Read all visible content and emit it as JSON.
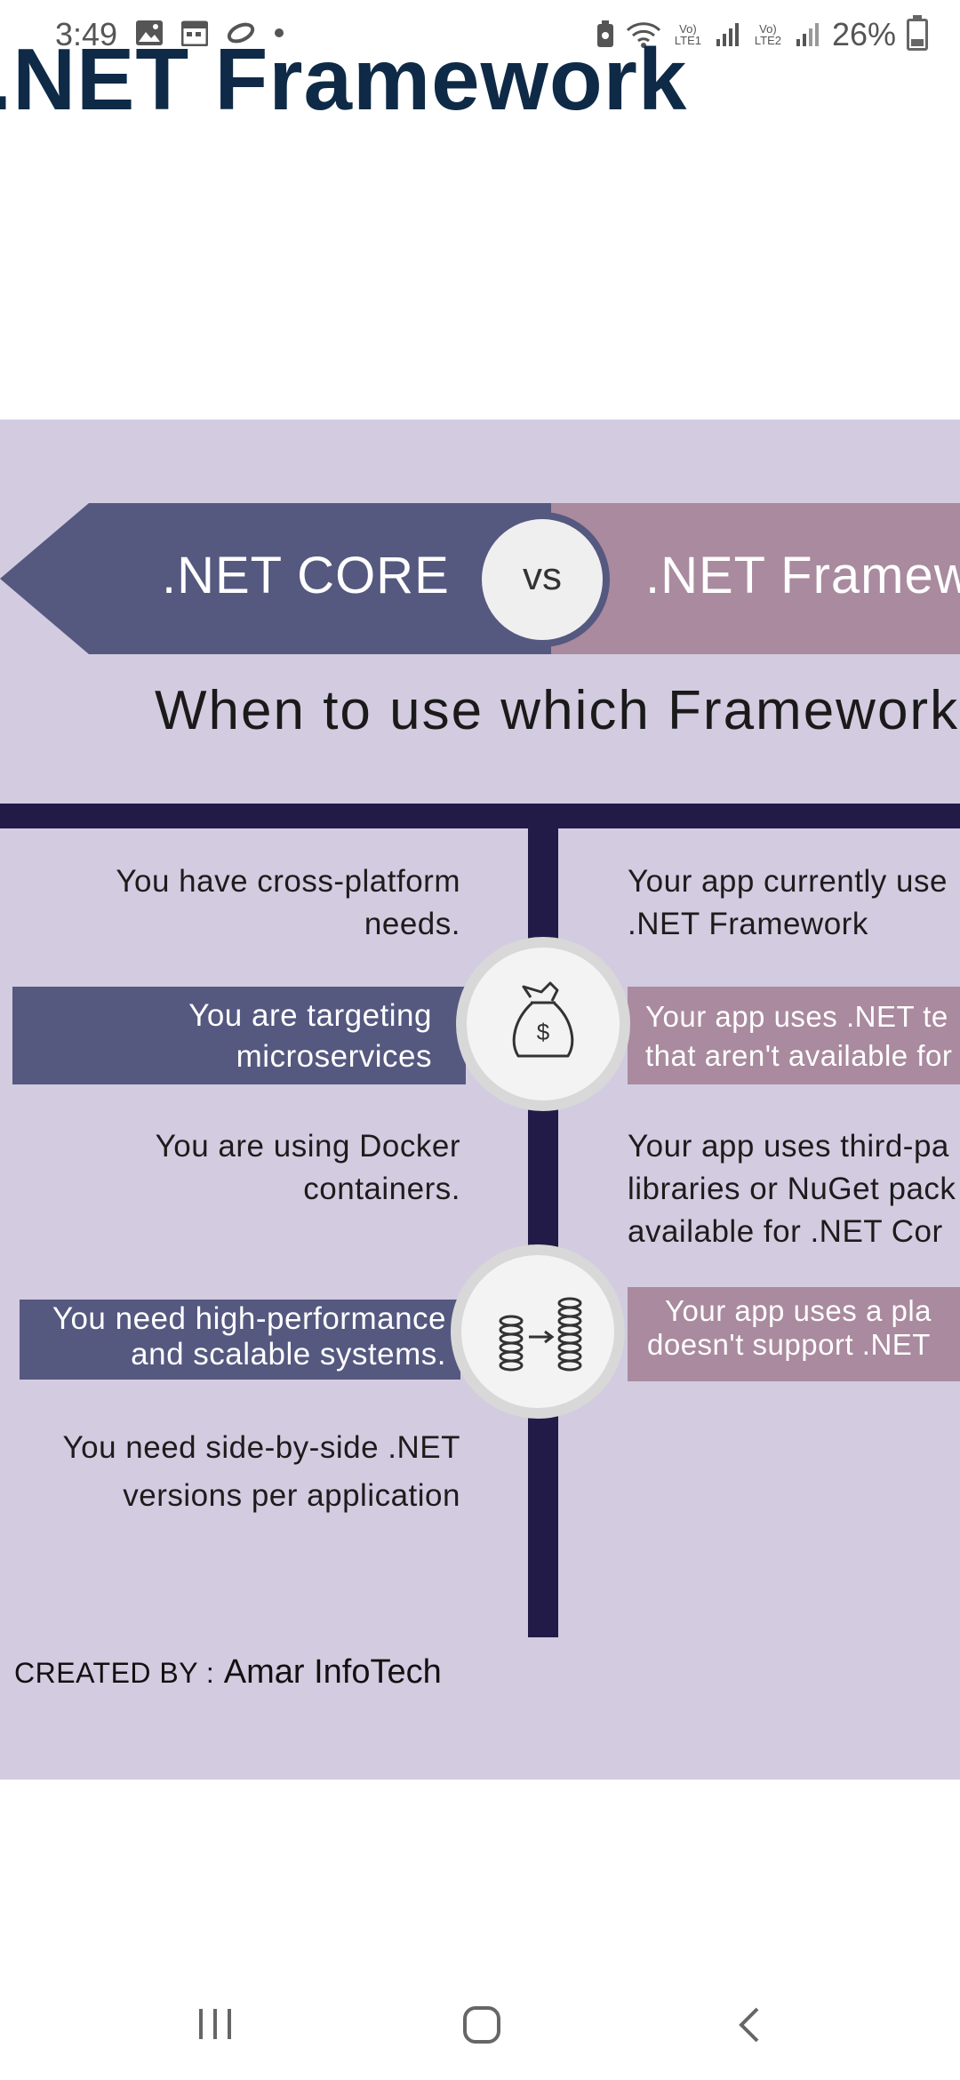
{
  "status_bar": {
    "time": "3:49",
    "left_icons": [
      "image-icon",
      "calendar-icon",
      "link-icon",
      "dot-icon"
    ],
    "network_1": "Vo) LTE1",
    "network_2": "Vo) LTE2",
    "battery_percent": "26%"
  },
  "page": {
    "heading": ".NET Framework"
  },
  "infographic": {
    "banner_left": ".NET CORE",
    "vs": "vs",
    "banner_right": ".NET Framew",
    "subtitle": "When to use which Framework",
    "left_items": {
      "item1": [
        "You have cross-platform",
        "needs."
      ],
      "item2": [
        "You are targeting",
        "microservices"
      ],
      "item3": [
        "You are using Docker",
        "containers."
      ],
      "item4": [
        "You need high-performance",
        "and scalable systems."
      ],
      "item5": [
        "You need side-by-side .NET",
        "versions per application"
      ]
    },
    "right_items": {
      "item1": [
        "Your app currently use",
        ".NET Framework"
      ],
      "item2": [
        "Your app uses .NET te",
        "that aren't available for"
      ],
      "item3": [
        "Your app uses third-pa",
        "libraries or NuGet pack",
        "available for .NET Cor"
      ],
      "item4": [
        "Your app uses a pla",
        "doesn't support .NET"
      ]
    },
    "icons": [
      "money-bag-icon",
      "coins-transfer-icon"
    ],
    "credit_label": "CREATED BY :",
    "credit_name": "Amar InfoTech"
  },
  "nav": {
    "buttons": [
      "recent-apps-button",
      "home-button",
      "back-button"
    ]
  },
  "colors": {
    "core_purple": "#55587f",
    "framework_mauve": "#a98a9e",
    "background_lavender": "#d3cbe0",
    "dark_navy": "#221a47",
    "heading_navy": "#0e2a47"
  }
}
